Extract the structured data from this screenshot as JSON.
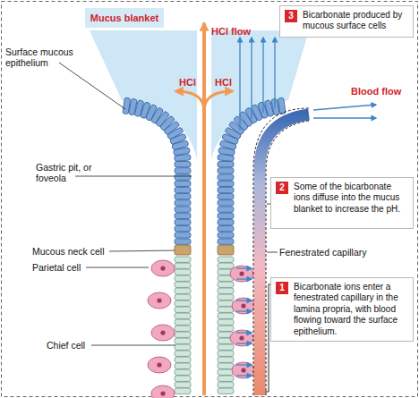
{
  "diagram": {
    "nodes": [
      {
        "text": [
          "Mucus blanket"
        ]
      },
      {
        "text": [
          "3",
          "Bicarbonate produced by mucous surface cells"
        ]
      },
      {
        "text": [
          "2",
          "Some of the bicarbonate ions diffuse into the mucus blanket to increase the pH."
        ]
      },
      {
        "text": [
          "1",
          "Bicarbonate ions enter a fenestrated capillary in the lamina propria, with blood flowing toward the surface epithelium."
        ]
      }
    ],
    "labels": [
      "HCl flow",
      "Surface mucous epithelium",
      "HCl",
      "HCl",
      "Blood flow",
      "Gastric pit, or foveola",
      "Mucous neck cell",
      "Parietal cell",
      "Fenestrated capillary",
      "Chief cell"
    ]
  }
}
